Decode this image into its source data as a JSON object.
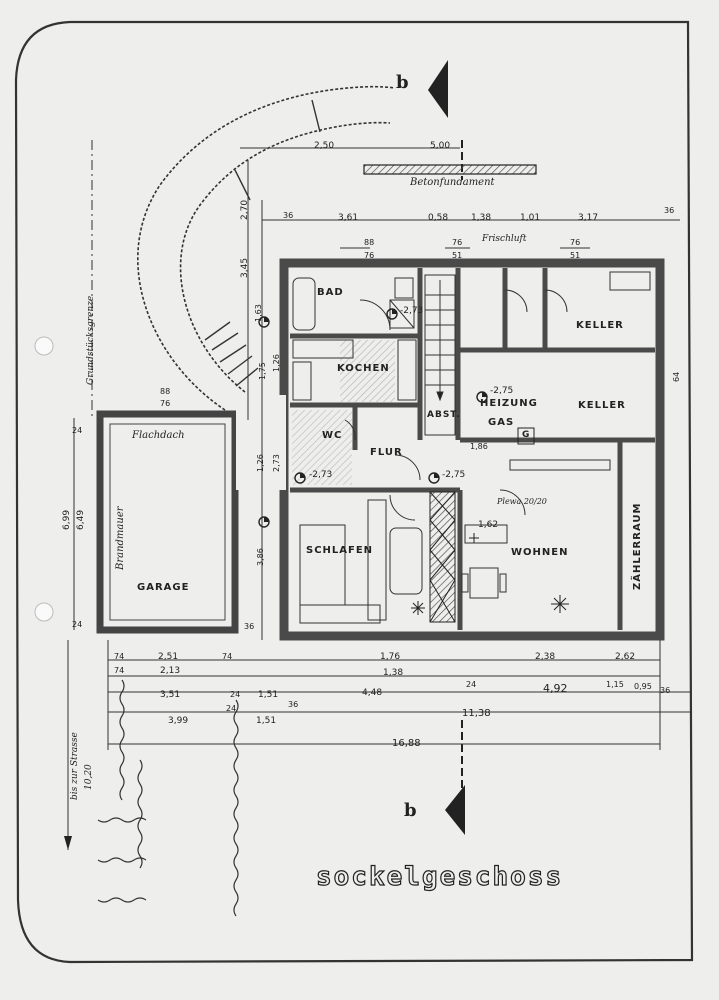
{
  "title": "sockelgeschoss",
  "rooms": {
    "bad": "BAD",
    "kochen": "KOCHEN",
    "wc": "WC",
    "flur": "FLUR",
    "schlafen": "SCHLAFEN",
    "wohnen": "WOHNEN",
    "keller_top": "KELLER",
    "keller_mid": "KELLER",
    "heizung": "HEIZUNG",
    "gas": "GAS",
    "abst": "ABST.",
    "zaehlerraum": "ZÄHLERRAUM",
    "garage": "GARAGE",
    "flachdach": "Flachdach",
    "brandmauer": "Brandmauer"
  },
  "notes": {
    "betonfundament": "Betonfundament",
    "frischluft": "Frischluft",
    "grundstuecksgrenze": "Grundstücksgrenze",
    "bis_zur_strasse": "bis zur Strasse",
    "bis_zur_strasse_value": "10,20",
    "plewa": "Plewa 20/20",
    "g_box": "G",
    "section_top": "b",
    "section_bottom": "b"
  },
  "levels": {
    "bad": "-2,73",
    "heizung": "-2,75",
    "flur_left": "-2,73",
    "flur_right": "-2,75",
    "wohnen": "1,62",
    "heiz_small": "1,86"
  },
  "dims_top": [
    "2,50",
    "5,00",
    "36",
    "3,61",
    "0,58",
    "1,38",
    "1,01",
    "3,17",
    "36",
    "88",
    "76",
    "76",
    "51",
    "76",
    "51"
  ],
  "dims_bottom": {
    "row1": [
      "2,51",
      "74",
      "1,76",
      "2,38",
      "2,62"
    ],
    "row2": [
      "2,13",
      "1,38"
    ],
    "row3": [
      "3,51",
      "24",
      "1,51",
      "4,48",
      "24",
      "4,92",
      "1,15",
      "0,95",
      "36"
    ],
    "row4": [
      "3,99",
      "1,51",
      "11,38"
    ],
    "row5": [
      "16,88"
    ],
    "misc": [
      "74",
      "74",
      "36",
      "24",
      "36"
    ]
  },
  "dims_left": [
    "2,70",
    "3,45",
    "1,63",
    "1,75",
    "1,26",
    "2,73",
    "1,26",
    "3,86",
    "6,99",
    "6,49",
    "24",
    "24",
    "88",
    "76"
  ],
  "dims_right": [
    "64"
  ],
  "colors": {
    "ink": "#222222",
    "paper": "#eeeeec",
    "wall": "#4a4a4a",
    "hatch": "#555555"
  }
}
